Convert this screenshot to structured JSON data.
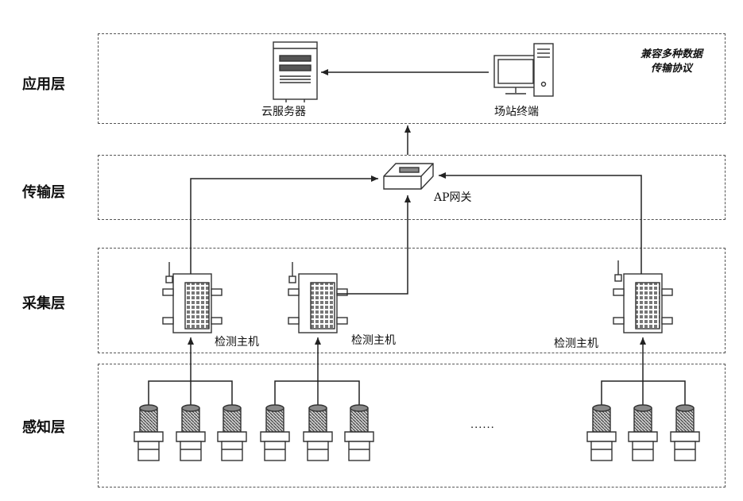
{
  "layers": {
    "application": "应用层",
    "transmission": "传输层",
    "collection": "采集层",
    "perception": "感知层"
  },
  "nodes": {
    "cloud_server": "云服务器",
    "site_terminal": "场站终端",
    "ap_gateway": "AP网关",
    "host_1": "检测主机",
    "host_2": "检测主机",
    "host_3": "检测主机"
  },
  "note": {
    "line1": "兼容多种数据",
    "line2": "传输协议"
  },
  "ellipsis": "......"
}
